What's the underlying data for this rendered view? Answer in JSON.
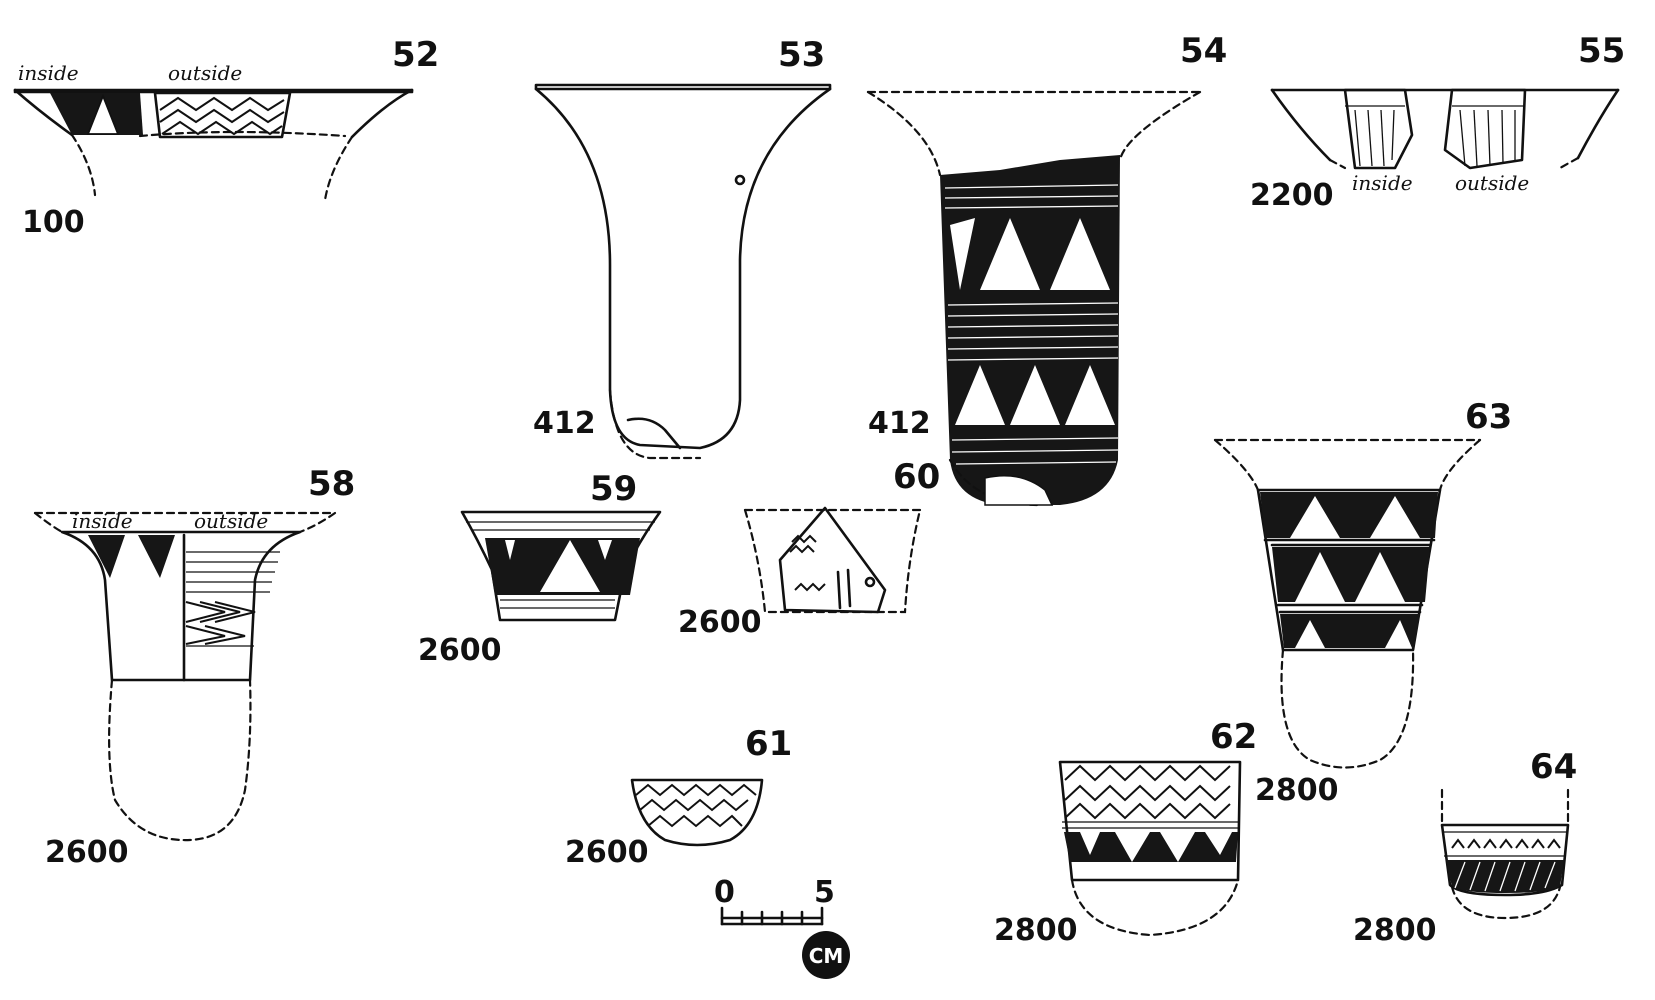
{
  "figure": {
    "vessels": [
      {
        "number": "52",
        "depth": "100",
        "notes": [
          "inside",
          "outside"
        ]
      },
      {
        "number": "53",
        "depth": "412",
        "notes": []
      },
      {
        "number": "54",
        "depth": "412",
        "notes": []
      },
      {
        "number": "55",
        "depth": "2200",
        "notes": [
          "inside",
          "outside"
        ]
      },
      {
        "number": "58",
        "depth": "2600",
        "notes": [
          "inside",
          "outside"
        ]
      },
      {
        "number": "59",
        "depth": "2600",
        "notes": []
      },
      {
        "number": "60",
        "depth": "2600",
        "notes": []
      },
      {
        "number": "61",
        "depth": "2600",
        "notes": []
      },
      {
        "number": "62",
        "depth": "2800",
        "notes": []
      },
      {
        "number": "63",
        "depth": "2800",
        "notes": []
      },
      {
        "number": "64",
        "depth": "2800",
        "notes": []
      }
    ],
    "scale_bar": {
      "start": "0",
      "end": "5",
      "unit": "CM"
    },
    "colors": {
      "ink": "#111111",
      "paper": "#ffffff"
    }
  }
}
